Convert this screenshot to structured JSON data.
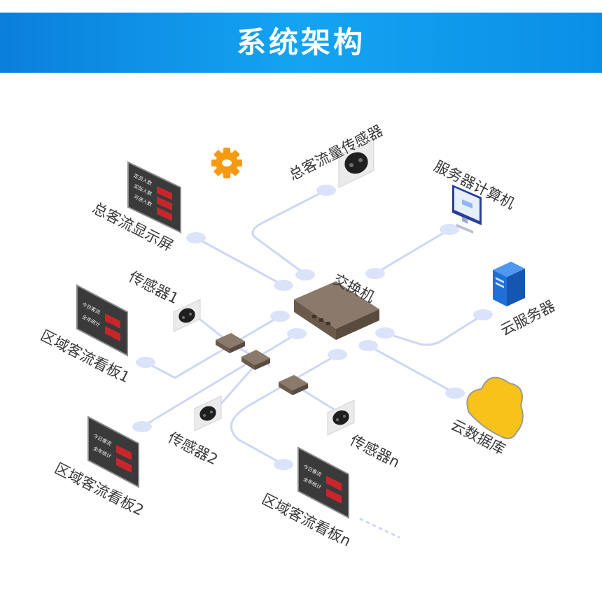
{
  "header": {
    "title": "系统架构"
  },
  "nodes": {
    "total_sensor": "总客流量传感器",
    "server_computer": "服务器计算机",
    "total_display": "总客流显示屏",
    "switch": "交换机",
    "cloud_server": "云服务器",
    "sensor_1": "传感器1",
    "zone_board_1": "区域客流看板1",
    "cloud_database": "云数据库",
    "sensor_2": "传感器2",
    "sensor_n": "传感器n",
    "zone_board_2": "区域客流看板2",
    "zone_board_n": "区域客流看板n"
  },
  "screens": {
    "total_display_rows": [
      "定员人数",
      "实际人数",
      "可进人数"
    ],
    "zone_board_rows": [
      "今日客流",
      "全年统计"
    ]
  },
  "colors": {
    "header_start": "#0a7fdc",
    "header_end": "#14a4f2",
    "connector": "#cdd7f5",
    "node_dot": "#dbe3fb",
    "device_body": "#7a6a5c",
    "led_red": "#c8262b",
    "gear": "#f59a12",
    "cloud": "#f7c21a",
    "server_blue": "#1f6fd6"
  }
}
